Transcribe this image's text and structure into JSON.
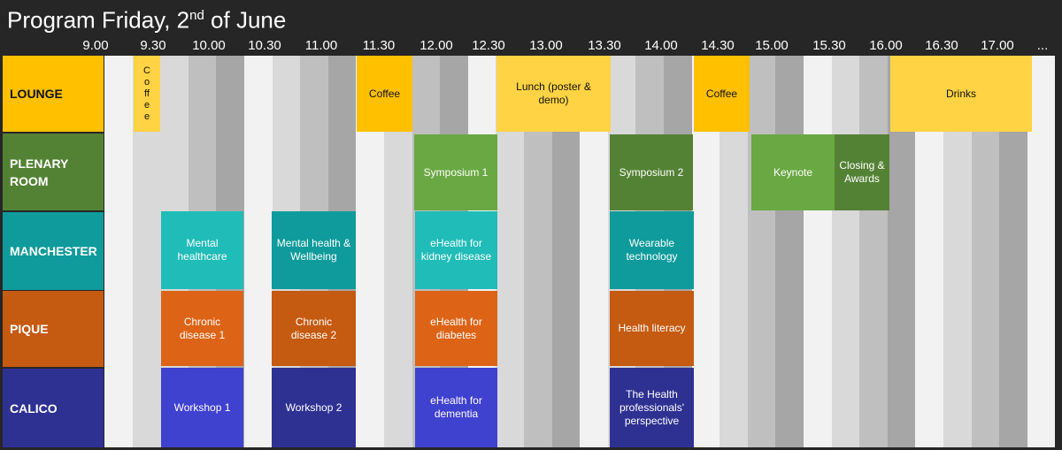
{
  "title": {
    "main": "Program Friday, 2",
    "sup": "nd",
    "rest": " of June"
  },
  "times": [
    "9.00",
    "9.30",
    "10.00",
    "10.30",
    "11.00",
    "11.30",
    "12.00",
    "12.30",
    "13.00",
    "13.30",
    "14.00",
    "14.30",
    "15.00",
    "15.30",
    "16.00",
    "16.30",
    "17.00",
    "..."
  ],
  "rooms": [
    {
      "id": "lounge",
      "label": "LOUNGE",
      "color": "#ffc000",
      "text": "#111"
    },
    {
      "id": "plenary",
      "label": "PLENARY ROOM",
      "color": "#548235",
      "text": "#fff"
    },
    {
      "id": "manchester",
      "label": "MANCHESTER",
      "color": "#0f9b9b",
      "text": "#fff"
    },
    {
      "id": "pique",
      "label": "PIQUE",
      "color": "#c55a11",
      "text": "#fff"
    },
    {
      "id": "calico",
      "label": "CALICO",
      "color": "#2e3192",
      "text": "#fff"
    }
  ],
  "sessions": {
    "coffee1": "Coffee",
    "coffee2": "Coffee",
    "lunch": "Lunch (poster & demo)",
    "coffee3": "Coffee",
    "drinks": "Drinks",
    "symposium1": "Symposium 1",
    "symposium2": "Symposium 2",
    "keynote": "Keynote",
    "closing": "Closing & Awards",
    "mental_healthcare": "Mental healthcare",
    "mental_health_wellbeing": "Mental health & Wellbeing",
    "ehealth_kidney": "eHealth for kidney disease",
    "wearable": "Wearable technology",
    "chronic1": "Chronic disease 1",
    "chronic2": "Chronic disease 2",
    "ehealth_diabetes": "eHealth for diabetes",
    "health_literacy": "Health literacy",
    "workshop1": "Workshop 1",
    "workshop2": "Workshop 2",
    "ehealth_dementia": "eHealth for dementia",
    "health_professionals": "The Health professionals' perspective"
  },
  "colors": {
    "background": "#262626",
    "stripe_a": "#f2f2f2",
    "stripe_b": "#d9d9d9",
    "stripe_c": "#bfbfbf",
    "stripe_d": "#a6a6a6",
    "lounge_light": "#ffd343",
    "plenary_light": "#6aa843",
    "manchester_light": "#20bcb8",
    "pique_light": "#dd6417",
    "calico_light": "#3f41cf"
  }
}
